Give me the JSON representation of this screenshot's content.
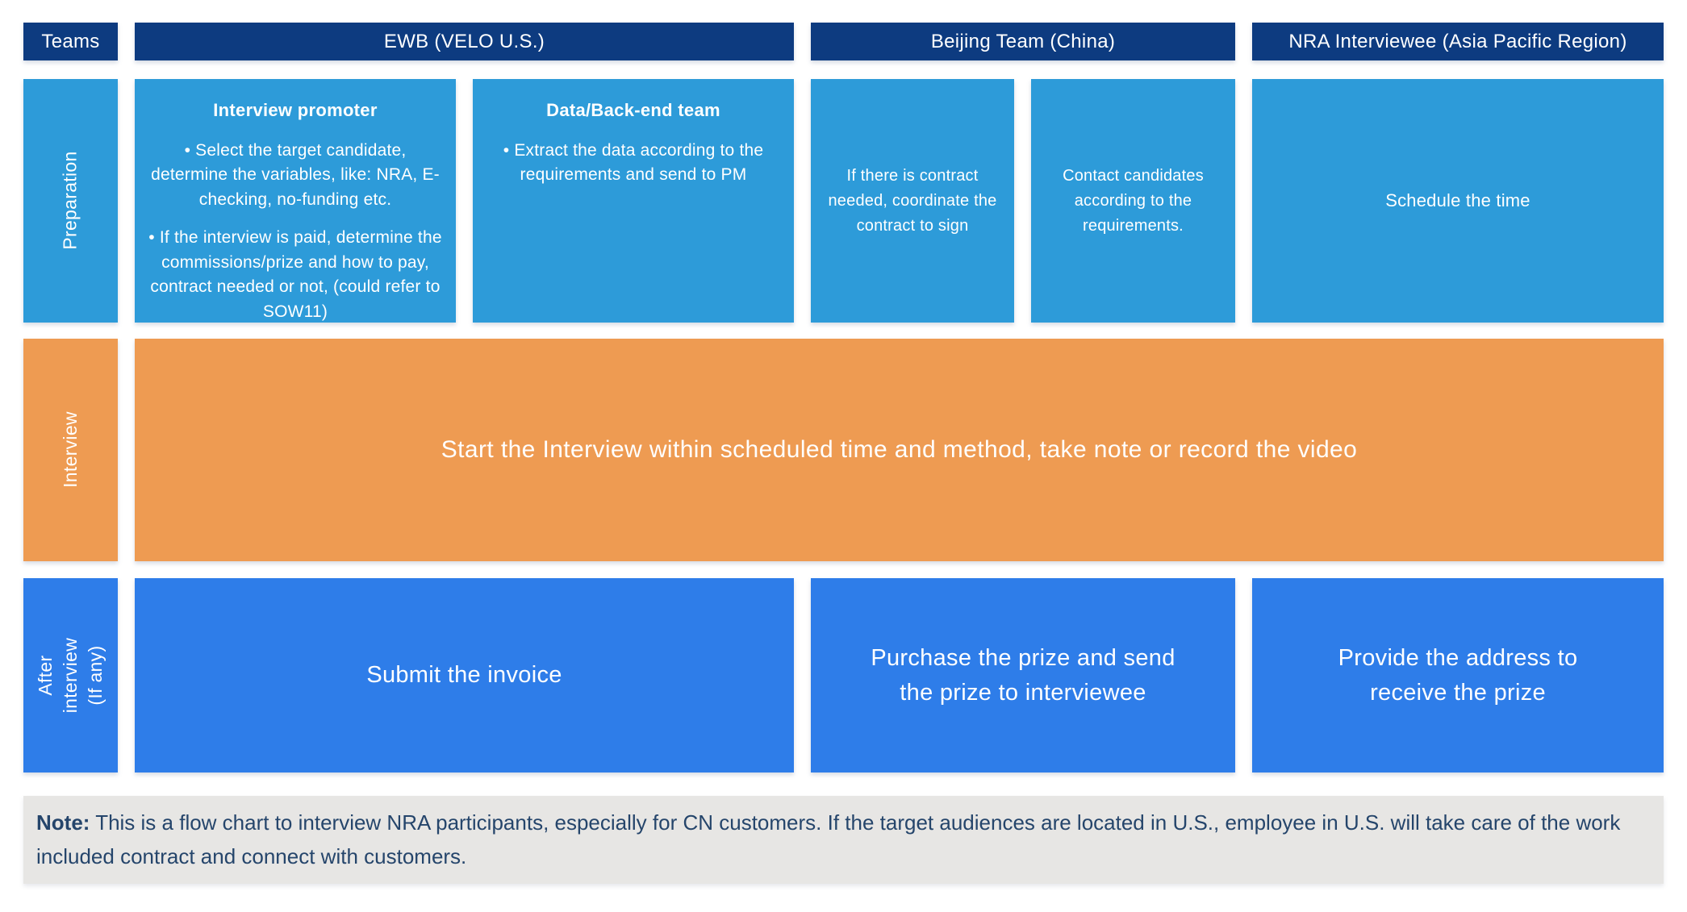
{
  "palette": {
    "navy": "#0d3b80",
    "light_blue": "#2d9bd9",
    "orange": "#ee9b52",
    "royal_blue": "#2e7de9",
    "note_bg": "#e7e6e4",
    "note_text": "#25456b"
  },
  "header": {
    "teams_label": "Teams",
    "columns": [
      "EWB (VELO U.S.)",
      "Beijing Team (China)",
      "NRA Interviewee (Asia Pacific Region)"
    ]
  },
  "rows": {
    "preparation": {
      "label": "Preparation",
      "cells": {
        "interview_promoter": {
          "title": "Interview promoter",
          "bullets": [
            "Select the target candidate, determine the variables, like: NRA, E-checking, no-funding etc.",
            "If the interview is paid, determine the commissions/prize and how to pay, contract needed or not, (could refer to SOW11)"
          ]
        },
        "data_backend": {
          "title": "Data/Back-end team",
          "bullets": [
            "Extract the data according to the requirements and send to PM"
          ]
        },
        "contract": {
          "text": "If there is contract needed, coordinate the contract to sign"
        },
        "contact": {
          "text": "Contact candidates according to the requirements."
        },
        "schedule": {
          "text": "Schedule the time"
        }
      }
    },
    "interview": {
      "label": "Interview",
      "banner": "Start the Interview within scheduled time and method, take note or record the video"
    },
    "after_interview": {
      "label": "After interview\n(If any)",
      "cells": {
        "invoice": "Submit the invoice",
        "prize": "Purchase the prize and send the prize to interviewee",
        "address": "Provide the address to receive the prize"
      }
    }
  },
  "note": {
    "prefix": "Note:",
    "body": " This is a flow chart to interview NRA participants, especially for CN customers. If the target audiences are located in U.S., employee in U.S. will take care of the work included contract and connect with customers."
  }
}
